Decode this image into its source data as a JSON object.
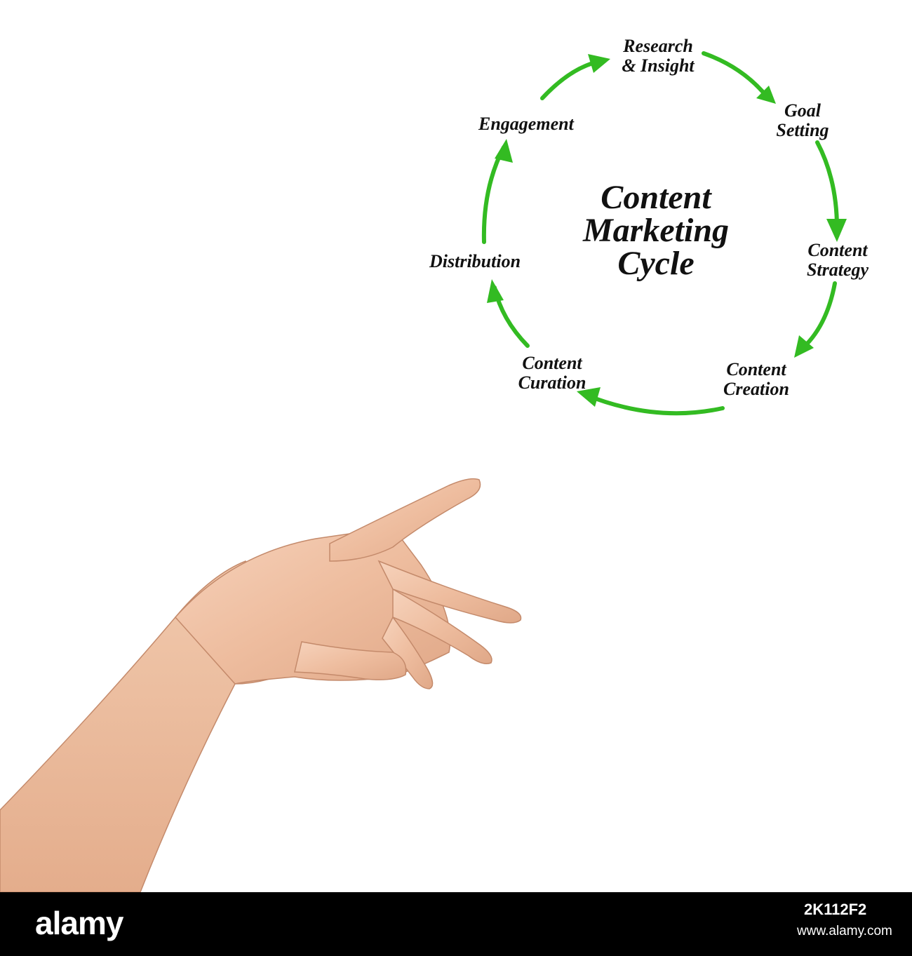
{
  "diagram": {
    "title": "Content Marketing Cycle",
    "arrow_color": "#33bb22",
    "nodes": [
      {
        "line1": "Research",
        "line2": "& Insight"
      },
      {
        "line1": "Goal",
        "line2": "Setting"
      },
      {
        "line1": "Content",
        "line2": "Strategy"
      },
      {
        "line1": "Content",
        "line2": "Creation"
      },
      {
        "line1": "Content",
        "line2": "Curation"
      },
      {
        "line1": "Distribution"
      },
      {
        "line1": "Engagement"
      }
    ]
  },
  "footer": {
    "brand": "alamy",
    "image_id": "2K112F2",
    "site": "www.alamy.com"
  }
}
